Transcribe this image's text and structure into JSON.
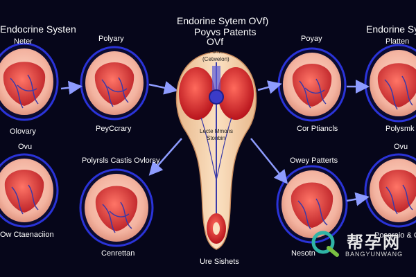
{
  "title": {
    "line1": "Endorine Sytem OVf)",
    "line2": "Poyvs Patents",
    "line3": "OVf"
  },
  "left_panels": {
    "top_left": {
      "title_line1": "Endocrine Systen",
      "title_line2": "Neter",
      "caption": "Olovary"
    },
    "top_mid": {
      "title": "Polyary",
      "caption": "PeyCcrary"
    },
    "bottom_left": {
      "title": "Ovu",
      "caption": "Ow Ctaenaciion"
    },
    "bottom_mid": {
      "title": "Polyrsls Castis Ovlorsy",
      "caption": "Cenrettan"
    }
  },
  "right_panels": {
    "top_mid": {
      "title": "Poyay",
      "caption": "Cor Ptiancls"
    },
    "top_right": {
      "title_line1": "Endorine Sytem",
      "title_line2": "Platten",
      "caption": "Polysmk"
    },
    "bottom_mid": {
      "title": "Owey Patterts",
      "caption": "Nesotn"
    },
    "bottom_right": {
      "title": "Ovu",
      "caption": "Posaraio & Ovu"
    }
  },
  "center": {
    "top_label_line1": "Pome",
    "top_label_line2": "(Cetwelon)",
    "mid_label_line1": "Lecte Mmons",
    "mid_label_line2": "Stonbin",
    "bottom_caption": "Ure Sishets"
  },
  "watermark": {
    "text": "帮孕网",
    "sub": "BANGYUNWANG"
  },
  "colors": {
    "background": "#06061a",
    "ring": "#2a33d8",
    "tissue": "#f3b3a0",
    "organ": "#d8242a",
    "vessel": "#3a3aa8",
    "center_body": "#f6cfa6",
    "arrow": "#8e9cff"
  }
}
